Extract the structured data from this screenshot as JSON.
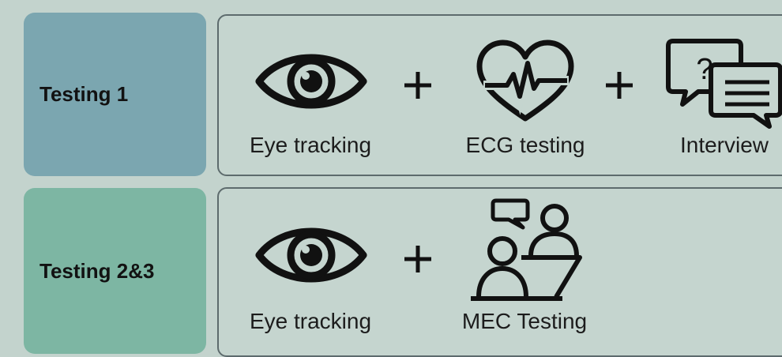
{
  "rows": [
    {
      "label": "Testing 1",
      "items": [
        "Eye tracking",
        "ECG testing",
        "Interview"
      ]
    },
    {
      "label": "Testing 2&3",
      "items": [
        "Eye tracking",
        "MEC Testing"
      ]
    }
  ],
  "icons": {
    "row1": [
      "eye-icon",
      "plus-icon",
      "heart-ecg-icon",
      "plus-icon",
      "chat-question-icon"
    ],
    "row2": [
      "eye-icon",
      "plus-icon",
      "meeting-people-icon"
    ]
  },
  "interview_icon_symbol": "?",
  "colors": {
    "background": "#c3d3cd",
    "row1_label": "#7ba6b0",
    "row2_label": "#7db6a3",
    "panel_border": "#5d6b6d",
    "icon_stroke": "#111111"
  }
}
